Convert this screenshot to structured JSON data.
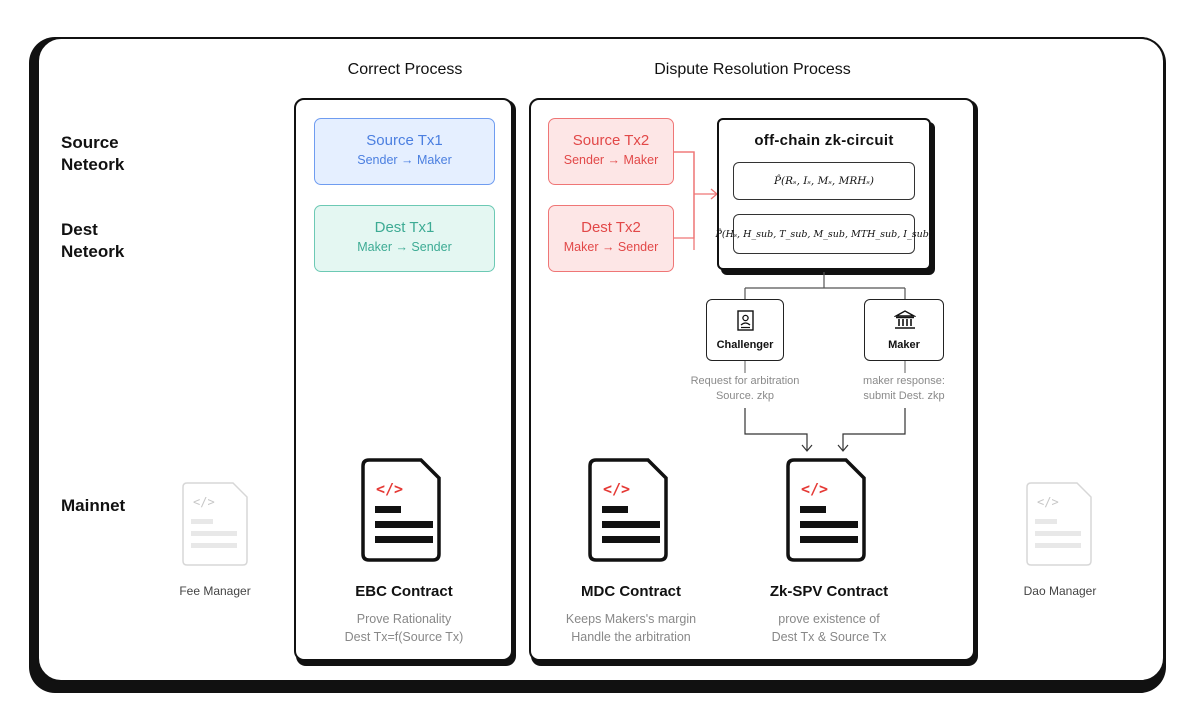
{
  "columns": {
    "correct": "Correct Process",
    "dispute": "Dispute Resolution Process"
  },
  "rows": {
    "source": [
      "Source",
      "Neteork"
    ],
    "dest": [
      "Dest",
      "Neteork"
    ],
    "mainnet": "Mainnet"
  },
  "correct": {
    "source_tx": {
      "title": "Source Tx1",
      "sub": "Sender → Maker"
    },
    "dest_tx": {
      "title": "Dest Tx1",
      "sub": "Maker → Sender"
    },
    "contract": {
      "icon": "</>",
      "name": "EBC Contract",
      "desc": [
        "Prove Rationality",
        "Dest Tx=f(Source Tx)"
      ]
    }
  },
  "dispute": {
    "source_tx": {
      "title": "Source Tx2",
      "sub": "Sender → Maker"
    },
    "dest_tx": {
      "title": "Dest Tx2",
      "sub": "Maker → Sender"
    },
    "zk": {
      "title": "off-chain zk-circuit",
      "formula1": "P̂(Rₛ, Iₛ, Mₛ, MRHₛ)",
      "formula2": "P̂(Hₛ, H_sub, T_sub, M_sub, MTH_sub, I_sub)"
    },
    "challenger": {
      "label": "Challenger",
      "note": [
        "Request for arbitration",
        "Source. zkp"
      ]
    },
    "maker": {
      "label": "Maker",
      "note": [
        "maker response:",
        "submit Dest. zkp"
      ]
    },
    "mdc": {
      "icon": "</>",
      "name": "MDC Contract",
      "desc": [
        "Keeps Makers's margin",
        "Handle the arbitration"
      ]
    },
    "zkspv": {
      "icon": "</>",
      "name": "Zk-SPV Contract",
      "desc": [
        "prove existence of",
        "Dest Tx & Source Tx"
      ]
    }
  },
  "side": {
    "fee": {
      "icon": "</>",
      "name": "Fee Manager"
    },
    "dao": {
      "icon": "</>",
      "name": "Dao Manager"
    }
  },
  "colors": {
    "blue": "#4b7fe0",
    "teal": "#3dab94",
    "red": "#e24848",
    "ink": "#111111"
  }
}
